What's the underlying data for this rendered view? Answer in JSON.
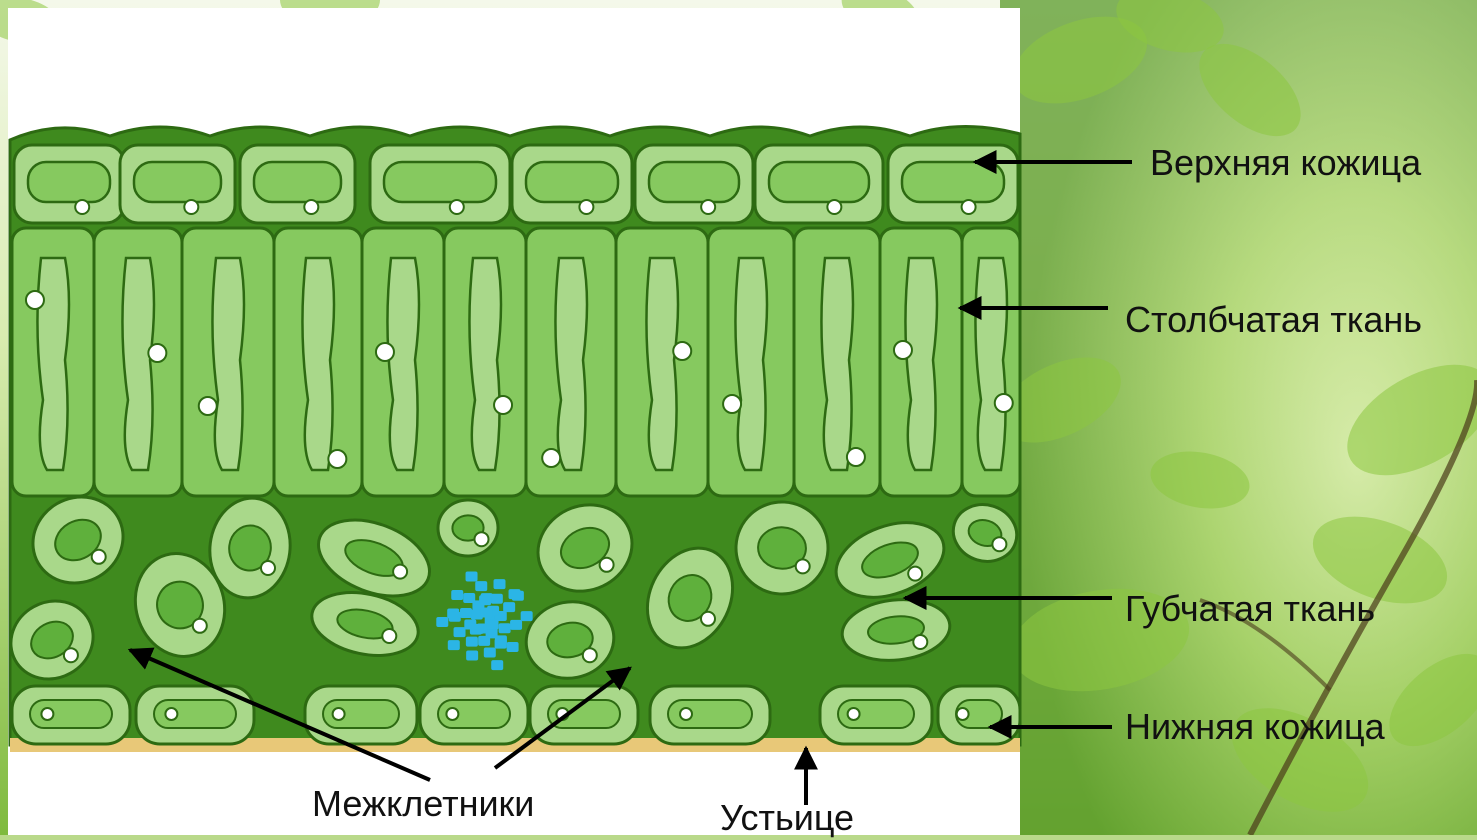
{
  "labels": {
    "upper_epidermis": "Верхняя кожица",
    "palisade": "Столбчатая ткань",
    "spongy": "Губчатая ткань",
    "lower_epidermis": "Нижняя кожица",
    "intercellular": "Межклетники",
    "stoma": "Устьице"
  },
  "colors": {
    "cell_wall": "#2d6a12",
    "cell_light": "#a9d88a",
    "cell_mid": "#86c95f",
    "chloroplast": "#5fb03c",
    "dark_tissue": "#3f8a1e",
    "cuticle": "#e8c878",
    "air_space": "#2bb5e6",
    "leaf_bg": "#9fd068"
  }
}
